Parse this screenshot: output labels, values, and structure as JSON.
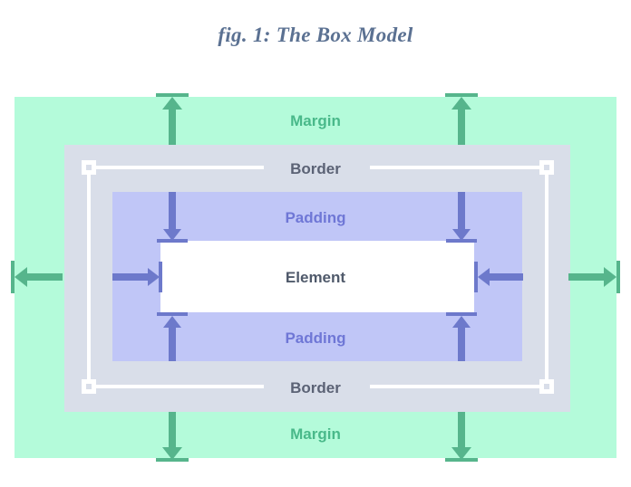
{
  "figure": {
    "title": "fig. 1: The Box Model",
    "title_color": "#5b7192"
  },
  "diagram": {
    "type": "css-box-model",
    "layers": [
      {
        "name": "margin",
        "label": "Margin",
        "fill": "#b4fbda",
        "text_color": "#49b98a",
        "label_positions": [
          "top",
          "bottom"
        ]
      },
      {
        "name": "border",
        "label": "Border",
        "fill": "#d9dee9",
        "text_color": "#5b6275",
        "label_positions": [
          "top",
          "bottom"
        ]
      },
      {
        "name": "padding",
        "label": "Padding",
        "fill": "#c0c6f7",
        "text_color": "#6f77d6",
        "label_positions": [
          "top",
          "bottom"
        ]
      },
      {
        "name": "element",
        "label": "Element",
        "fill": "#ffffff",
        "text_color": "#505a6b",
        "label_positions": [
          "center"
        ]
      }
    ],
    "labels": {
      "margin_top": "Margin",
      "margin_bottom": "Margin",
      "border_top": "Border",
      "border_bottom": "Border",
      "padding_top": "Padding",
      "padding_bottom": "Padding",
      "element": "Element"
    },
    "arrows": {
      "margin_color": "#56b58c",
      "padding_color": "#6d79cb",
      "margin_directions": [
        "up-left",
        "up-right",
        "down-left",
        "down-right",
        "left-outer",
        "right-outer"
      ],
      "padding_directions": [
        "down-left",
        "down-right",
        "up-left",
        "up-right",
        "right-inner",
        "left-inner"
      ]
    },
    "border_guides": {
      "color": "#ffffff",
      "handle_count": 4,
      "handle_fill": "#ffffff",
      "handle_hole": "#d9dee9"
    }
  }
}
